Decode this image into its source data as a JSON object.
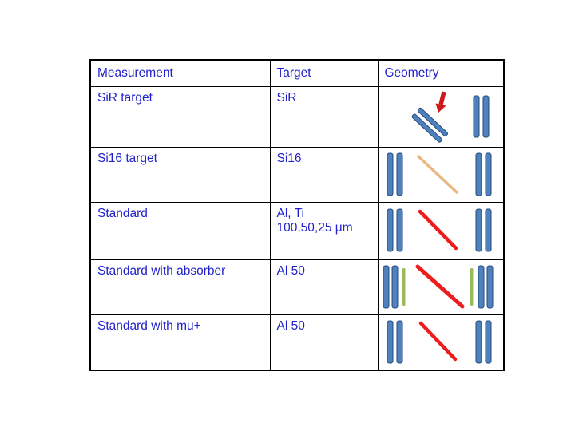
{
  "table": {
    "headers": [
      "Measurement",
      "Target",
      "Geometry"
    ],
    "rows": [
      {
        "measurement": "SiR target",
        "target": "SiR",
        "geometry_icons": [
          "red-beam-arrow",
          "tilted-target-bars",
          "detector-bar-pair"
        ]
      },
      {
        "measurement": "Si16 target",
        "target": "Si16",
        "geometry_icons": [
          "detector-bar-pair",
          "orange-beam-track",
          "detector-bar-pair"
        ]
      },
      {
        "measurement": "Standard",
        "target": "Al, Ti\n100,50,25 μm",
        "geometry_icons": [
          "detector-bar-pair",
          "red-beam-track",
          "detector-bar-pair"
        ]
      },
      {
        "measurement": "Standard with absorber",
        "target": "Al 50",
        "geometry_icons": [
          "detector-bar-pair",
          "absorber-bar",
          "red-beam-track",
          "absorber-bar",
          "detector-bar-pair"
        ]
      },
      {
        "measurement": "Standard with mu+",
        "target": "Al 50",
        "geometry_icons": [
          "detector-bar-pair",
          "red-beam-track",
          "detector-bar-pair"
        ]
      }
    ]
  },
  "colors": {
    "text_blue": "#2222cc",
    "table_border": "#000000",
    "bar_blue": "#4f81bd",
    "bar_blue_edge": "#24497c",
    "absorber_green": "#9bbb59",
    "beam_red": "#ee1c1c",
    "beam_orange": "#e8b882",
    "arrow_red": "#d01818"
  }
}
